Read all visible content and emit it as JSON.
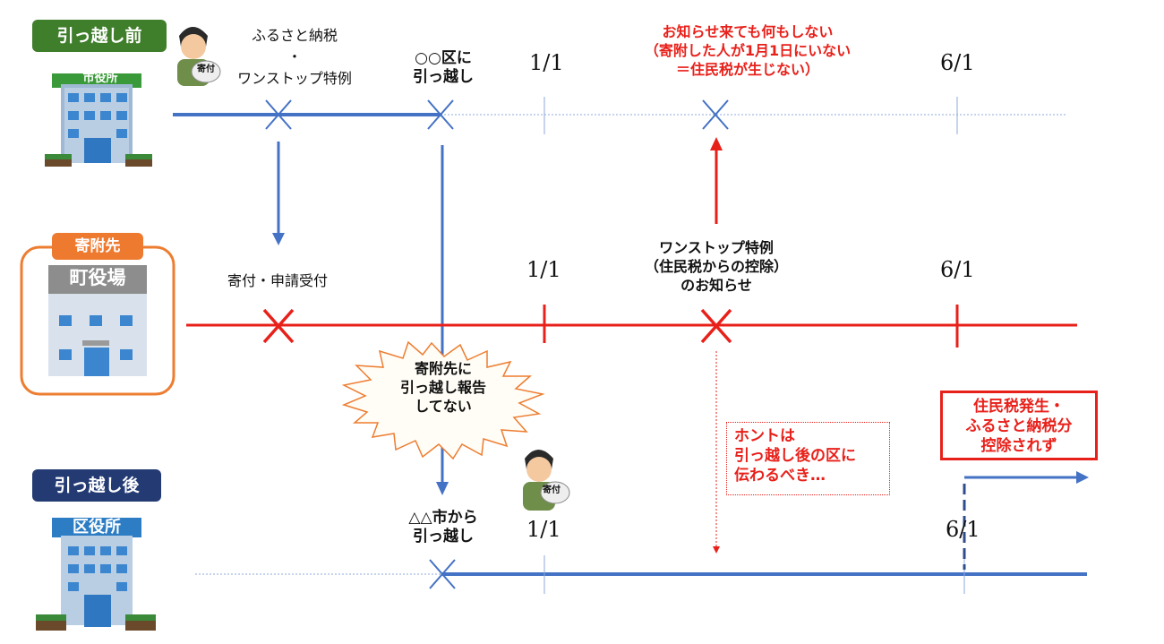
{
  "sections": {
    "before": {
      "tag": "引っ越し前",
      "building": "市役所"
    },
    "donation": {
      "tag": "寄附先",
      "building": "町役場"
    },
    "after": {
      "tag": "引っ越し後",
      "building": "区役所"
    }
  },
  "person": {
    "bag_label": "寄付"
  },
  "events": {
    "furusato_line1": "ふるさと納税",
    "furusato_line2": "・",
    "furusato_line3": "ワンストップ特例",
    "move_out_line1": "○○区に",
    "move_out_line2": "引っ越し",
    "notice_ignored_line1": "お知らせ来ても何もしない",
    "notice_ignored_line2": "（寄附した人が1月1日にいない",
    "notice_ignored_line3": "＝住民税が生じない）",
    "received": "寄付・申請受付",
    "notice_line1": "ワンストップ特例",
    "notice_line2": "（住民税からの控除）",
    "notice_line3": "のお知らせ",
    "burst_line1": "寄附先に",
    "burst_line2": "引っ越し報告",
    "burst_line3": "してない",
    "move_in_line1": "△△市から",
    "move_in_line2": "引っ越し",
    "should_line1": "ホントは",
    "should_line2": "引っ越し後の区に",
    "should_line3": "伝わるべき…",
    "result_line1": "住民税発生・",
    "result_line2": "ふるさと納税分",
    "result_line3": "控除されず"
  },
  "dates": {
    "top_jan": "1/1",
    "top_jun": "6/1",
    "mid_jan": "1/1",
    "mid_jun": "6/1",
    "bot_jan": "1/1",
    "bot_jun": "6/1"
  },
  "colors": {
    "blue": "#4472c4",
    "red": "#e8201a",
    "green": "#3f7e2a",
    "navy": "#233a73",
    "orange": "#ee7a30"
  }
}
